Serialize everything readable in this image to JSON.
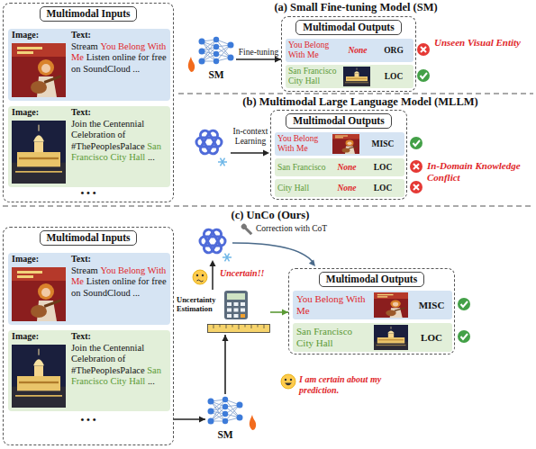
{
  "diagram": {
    "nodes": [
      {
        "text": [
          "Multimodal Inputs"
        ]
      },
      {
        "text": [
          "Image:",
          "Text:",
          "Stream",
          "You Belong With Me",
          "Listen online for free on SoundCloud ..."
        ],
        "in": 0
      },
      {
        "text": [
          "Image:",
          "Text:",
          "Join the Centennial Celebration of #ThePeoplesPalace",
          "San Francisco City Hall",
          "..."
        ],
        "in": 0
      },
      {
        "text": [
          "SM"
        ]
      },
      {
        "text": [
          "Multimodal Outputs"
        ]
      },
      {
        "text": [
          "You Belong With Me",
          "None",
          "ORG"
        ],
        "in": 4
      },
      {
        "text": [
          "San Francisco City Hall",
          "LOC"
        ],
        "in": 4
      },
      {
        "text": [
          "Multimodal Outputs"
        ]
      },
      {
        "text": [
          "You Belong With Me",
          "MISC"
        ],
        "in": 7
      },
      {
        "text": [
          "San Francisco",
          "None",
          "LOC"
        ],
        "in": 7
      },
      {
        "text": [
          "City Hall",
          "None",
          "LOC"
        ],
        "in": 7
      },
      {
        "text": [
          "Multimodal Inputs"
        ]
      },
      {
        "text": [
          "Image:",
          "Text:",
          "Stream",
          "You Belong With Me",
          "Listen online for free on SoundCloud ..."
        ],
        "in": 11
      },
      {
        "text": [
          "Image:",
          "Text:",
          "Join the Centennial Celebration of #ThePeoplesPalace",
          "San Francisco City Hall",
          "..."
        ],
        "in": 11
      },
      {
        "text": [
          "Multimodal Outputs"
        ]
      },
      {
        "text": [
          "You Belong With Me",
          "MISC"
        ],
        "in": 14
      },
      {
        "text": [
          "San Francisco City Hall",
          "LOC"
        ],
        "in": 14
      },
      {
        "text": [
          "Uncertainty Estimation"
        ]
      },
      {
        "text": [
          "SM"
        ]
      }
    ],
    "edges": [
      {
        "from": 3,
        "to": 4,
        "arrow": "to",
        "label": "Fine-tuning"
      },
      {
        "from": 11,
        "to": 18,
        "arrow": "to"
      },
      {
        "from": 18,
        "to": 17,
        "arrow": "to"
      },
      {
        "from": 17,
        "to": 14,
        "arrow": "to"
      }
    ],
    "labels": [
      "(a) Small Fine-tuning Model (SM)",
      "Unseen Visual Entity",
      "(b) Multimodal Large Language Model (MLLM)",
      "In-context Learning",
      "In-Domain Knowledge Conflict",
      "• • •",
      "(c) UnCo (Ours)",
      "Correction with CoT",
      "Uncertain!!",
      "I am certain about my prediction.",
      "• • •"
    ]
  }
}
